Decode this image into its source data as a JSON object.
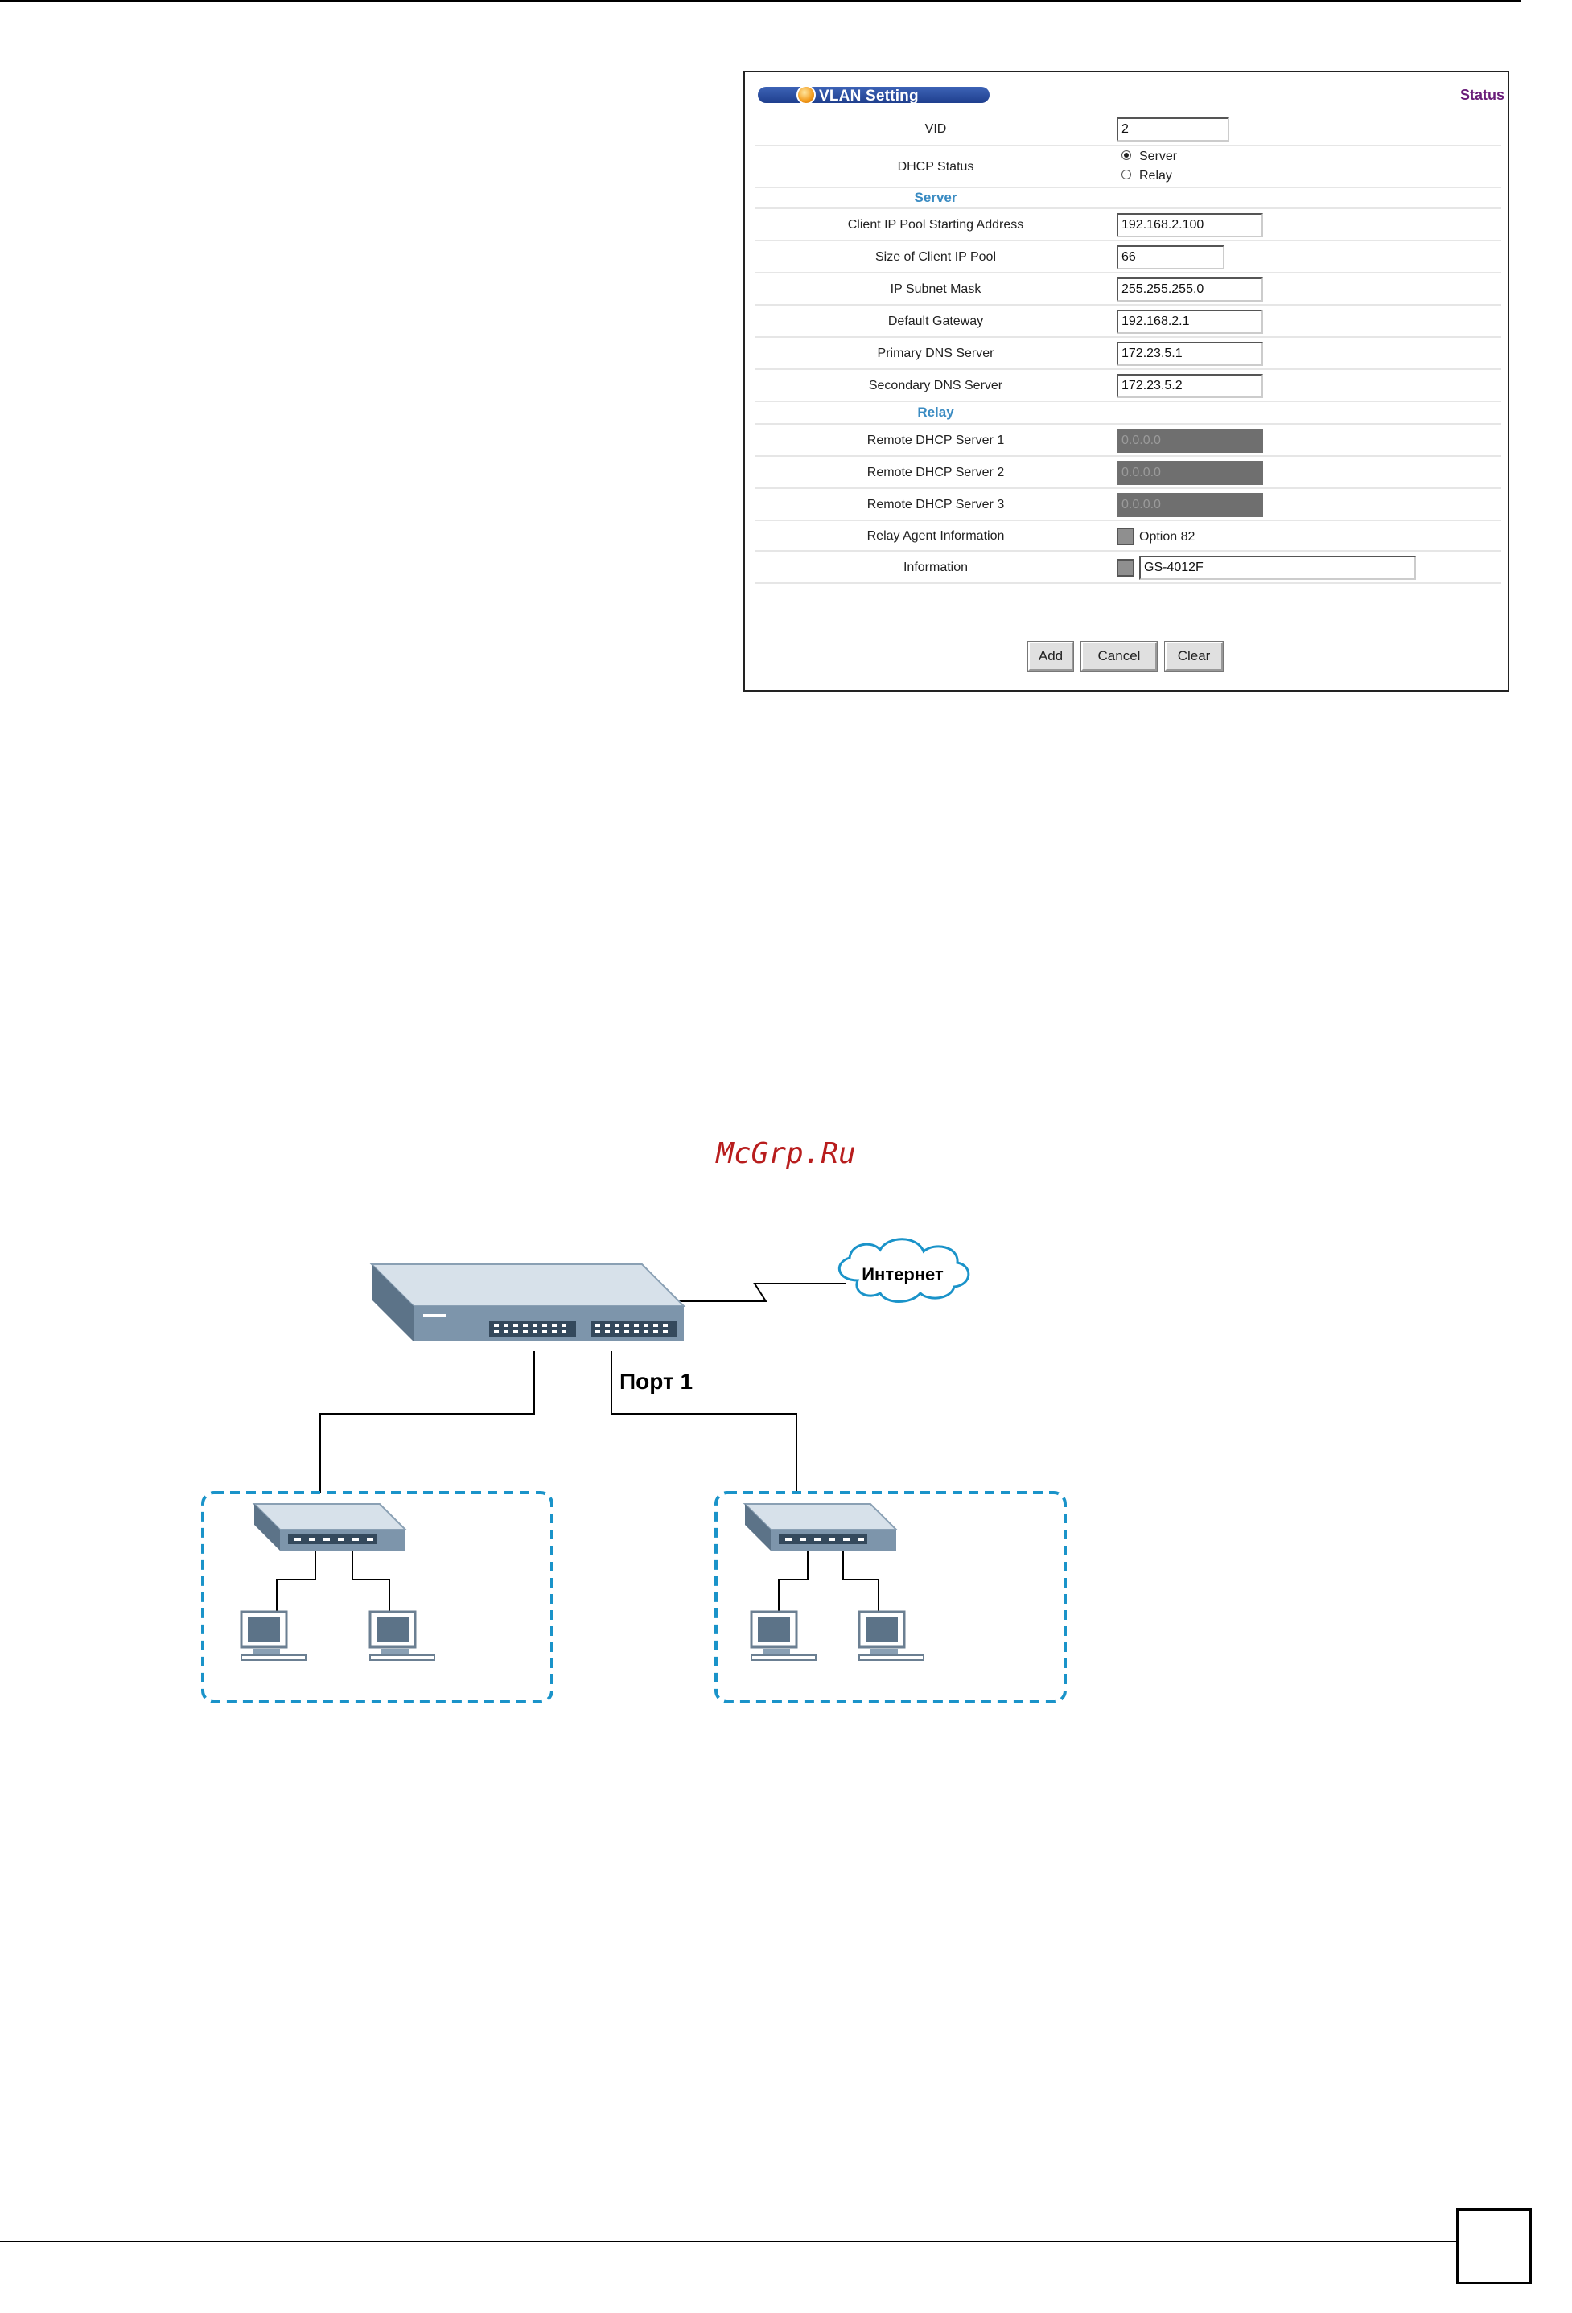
{
  "vlan_setting": {
    "title": "VLAN Setting",
    "status_link": "Status",
    "vid": {
      "label": "VID",
      "value": "2"
    },
    "dhcp_status": {
      "label": "DHCP Status",
      "options": [
        "Server",
        "Relay"
      ],
      "selected": "Server"
    },
    "server_section": {
      "heading": "Server",
      "client_ip_pool_start": {
        "label": "Client IP Pool Starting Address",
        "value": "192.168.2.100"
      },
      "pool_size": {
        "label": "Size of Client IP Pool",
        "value": "66"
      },
      "subnet_mask": {
        "label": "IP Subnet Mask",
        "value": "255.255.255.0"
      },
      "default_gateway": {
        "label": "Default Gateway",
        "value": "192.168.2.1"
      },
      "primary_dns": {
        "label": "Primary DNS Server",
        "value": "172.23.5.1"
      },
      "secondary_dns": {
        "label": "Secondary DNS Server",
        "value": "172.23.5.2"
      }
    },
    "relay_section": {
      "heading": "Relay",
      "remote_server_1": {
        "label": "Remote DHCP Server 1",
        "value": "0.0.0.0"
      },
      "remote_server_2": {
        "label": "Remote DHCP Server 2",
        "value": "0.0.0.0"
      },
      "remote_server_3": {
        "label": "Remote DHCP Server 3",
        "value": "0.0.0.0"
      },
      "relay_agent_info": {
        "label": "Relay Agent Information",
        "checkbox_label": "Option 82"
      },
      "information": {
        "label": "Information",
        "value": "GS-4012F"
      }
    },
    "buttons": {
      "add": "Add",
      "cancel": "Cancel",
      "clear": "Clear"
    }
  },
  "watermark": "McGrp.Ru",
  "diagram": {
    "internet_label": "Интернет",
    "port_label": "Порт 1"
  }
}
